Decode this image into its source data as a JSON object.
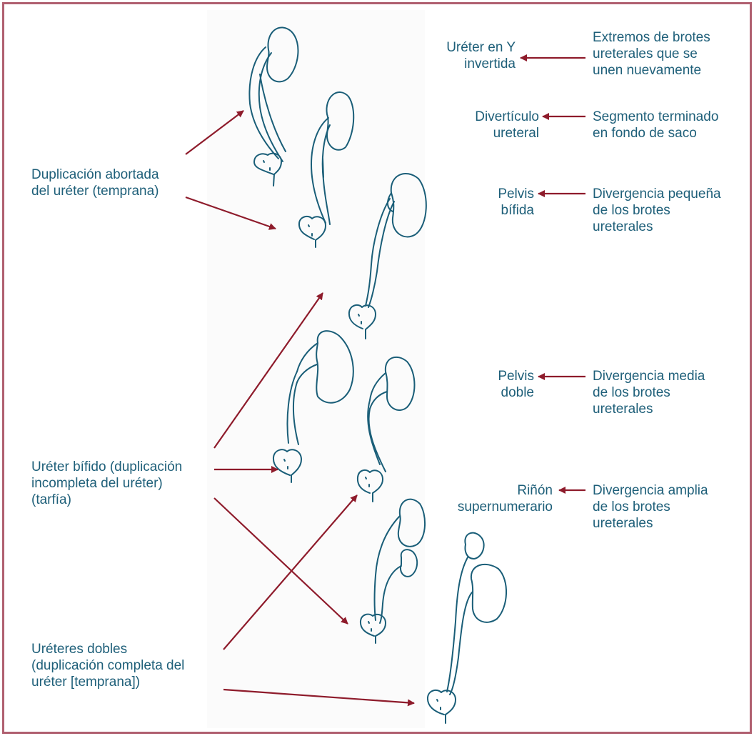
{
  "colors": {
    "border": "#b06070",
    "arrow": "#8e1b2b",
    "ink": "#1a5e78",
    "text": "#1e5f79"
  },
  "labels": {
    "left": {
      "abortada": "Duplicación abortada\ndel uréter (temprana)",
      "bifido": "Uréter bífido (duplicación\nincompleta del uréter)\n(tarfía)",
      "dobles": "Uréteres dobles\n(duplicación completa del\nuréter [temprana])"
    },
    "anomaly": {
      "y_invertida": "Uréter en Y\ninvertida",
      "diverticulo": "Divertículo\nureteral",
      "pelvis_bifida": "Pelvis\nbífida",
      "pelvis_doble": "Pelvis\ndoble",
      "rinon": "Riñón\nsupernumerario"
    },
    "cause": {
      "extremos": "Extremos de brotes\nureterales que se\nunen nuevamente",
      "segmento": "Segmento terminado\nen fondo de saco",
      "pequena": "Divergencia pequeña\nde los brotes\nureterales",
      "media": "Divergencia media\nde los brotes\nureterales",
      "amplia": "Divergencia amplia\nde los brotes\nureterales"
    }
  }
}
